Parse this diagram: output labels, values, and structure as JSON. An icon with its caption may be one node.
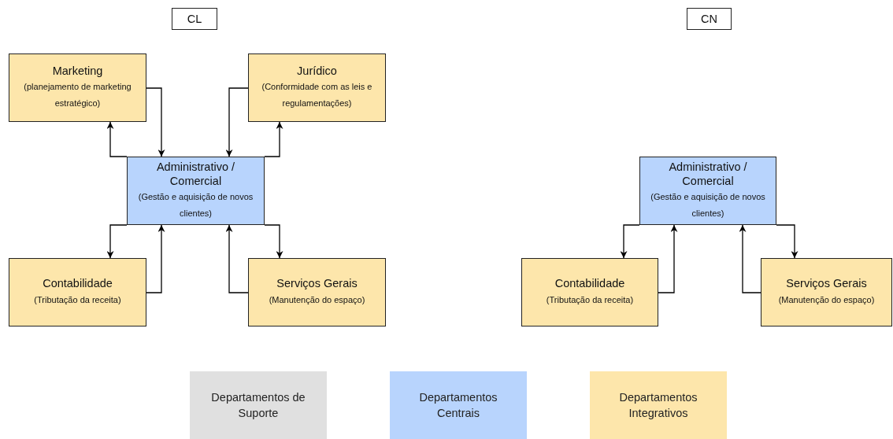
{
  "diagram": {
    "nodes": [
      {
        "text": [
          "CL"
        ]
      },
      {
        "text": [
          "CN"
        ]
      },
      {
        "text": [
          "Marketing",
          "(planejamento de marketing estratégico)"
        ]
      },
      {
        "text": [
          "Jurídico",
          "(Conformidade com as leis e regulamentações)"
        ]
      },
      {
        "text": [
          "Administrativo / Comercial",
          "(Gestão e aquisição de novos clientes)"
        ]
      },
      {
        "text": [
          "Contabilidade",
          "(Tributação da receita)"
        ]
      },
      {
        "text": [
          "Serviços Gerais",
          "(Manutenção do espaço)"
        ]
      },
      {
        "text": [
          "Administrativo / Comercial",
          "(Gestão e aquisição de novos clientes)"
        ]
      },
      {
        "text": [
          "Contabilidade",
          "(Tributação da receita)"
        ]
      },
      {
        "text": [
          "Serviços Gerais",
          "(Manutenção do espaço)"
        ]
      }
    ],
    "edges": [
      {
        "from": 4,
        "to": 2,
        "arrow": "to"
      },
      {
        "from": 2,
        "to": 4,
        "arrow": "to"
      },
      {
        "from": 3,
        "to": 4,
        "arrow": "to"
      },
      {
        "from": 4,
        "to": 3,
        "arrow": "to"
      },
      {
        "from": 4,
        "to": 5,
        "arrow": "to"
      },
      {
        "from": 5,
        "to": 4,
        "arrow": "to"
      },
      {
        "from": 6,
        "to": 4,
        "arrow": "to"
      },
      {
        "from": 4,
        "to": 6,
        "arrow": "to"
      },
      {
        "from": 7,
        "to": 8,
        "arrow": "to"
      },
      {
        "from": 8,
        "to": 7,
        "arrow": "to"
      },
      {
        "from": 9,
        "to": 7,
        "arrow": "to"
      },
      {
        "from": 7,
        "to": 9,
        "arrow": "to"
      }
    ],
    "legend": [
      {
        "text": "Departamentos de Suporte",
        "color": "#e0e0e0"
      },
      {
        "text": "Departamentos Centrais",
        "color": "#b8d4fd"
      },
      {
        "text": "Departamentos Integrativos",
        "color": "#fde6ab"
      }
    ]
  }
}
